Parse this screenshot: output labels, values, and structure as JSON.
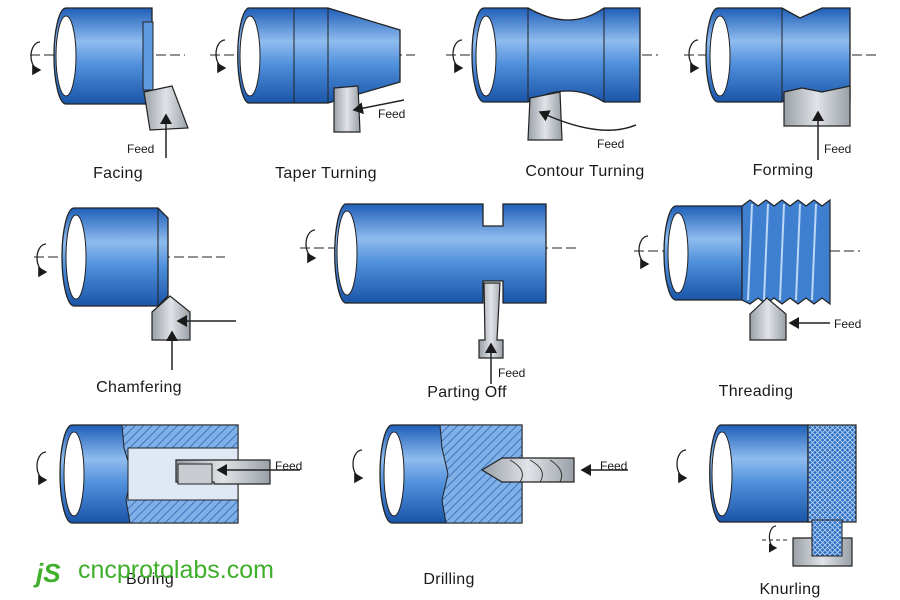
{
  "operations": [
    {
      "name": "Facing",
      "feed_label": "Feed"
    },
    {
      "name": "Taper Turning",
      "feed_label": "Feed"
    },
    {
      "name": "Contour Turning",
      "feed_label": "Feed"
    },
    {
      "name": "Forming",
      "feed_label": "Feed"
    },
    {
      "name": "Chamfering",
      "feed_label": ""
    },
    {
      "name": "Parting Off",
      "feed_label": "Feed"
    },
    {
      "name": "Threading",
      "feed_label": "Feed"
    },
    {
      "name": "Boring",
      "feed_label": "Feed"
    },
    {
      "name": "Drilling",
      "feed_label": "Feed"
    },
    {
      "name": "Knurling",
      "feed_label": ""
    }
  ],
  "watermark": {
    "logo": "jS",
    "text": "cncprotolabs.com"
  },
  "colors": {
    "workpiece": "#3f7fd0",
    "workpiece_light": "#8fbcef",
    "tool": "#b9bcc1",
    "outline": "#222222",
    "watermark": "#3fae2a"
  }
}
